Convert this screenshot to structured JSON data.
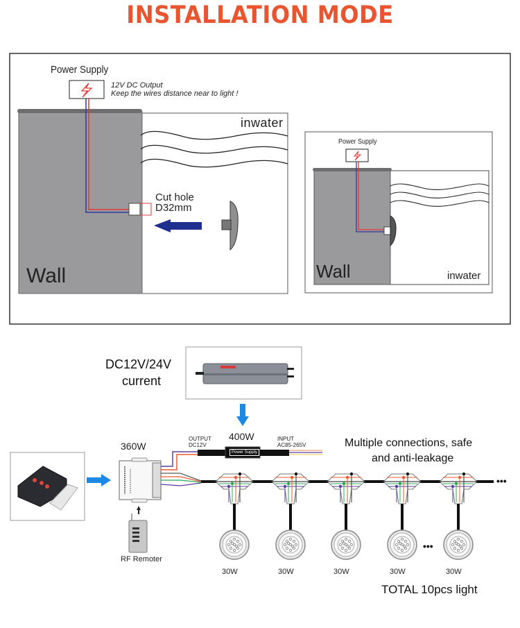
{
  "title": "INSTALLATION MODE",
  "colors": {
    "title": "#e8552f",
    "wall": "#9a9a9c",
    "arrow_dark_blue": "#1f2f8f",
    "arrow_light_blue": "#1e88e5",
    "wire_red": "#e53935",
    "wire_blue": "#2b3a9e",
    "wire_green": "#2ea85a",
    "wire_orange": "#ef5a2a",
    "wire_purple": "#5b3fa0"
  },
  "top_panel": {
    "main_diagram": {
      "power_supply_label": "Power Supply",
      "output_note_line1": "12V DC Output",
      "output_note_line2": "Keep the wires distance near to light !",
      "water_label": "inwater",
      "cut_hole_line1": "Cut hole",
      "cut_hole_line2": "D32mm",
      "wall_label": "Wall"
    },
    "inset_diagram": {
      "power_supply_label": "Power Supply",
      "wall_label": "Wall",
      "water_label": "inwater"
    }
  },
  "bottom_panel": {
    "supply_caption_line1": "DC12V/24V",
    "supply_caption_line2": "current",
    "controller_power": "360W",
    "output_label_line1": "OUTPUT",
    "output_label_line2": "DC12V",
    "power_supply_power": "400W",
    "power_supply_badge": "Power Supply",
    "input_label_line1": "INPUT",
    "input_label_line2": "AC85-265V",
    "feature_line1": "Multiple connections, safe",
    "feature_line2": "and anti-leakage",
    "remote_label": "RF Remoter",
    "ellipsis": "•••",
    "lights": [
      {
        "power": "30W"
      },
      {
        "power": "30W"
      },
      {
        "power": "30W"
      },
      {
        "power": "30W"
      },
      {
        "power": "30W"
      }
    ],
    "total_label": "TOTAL 10pcs light"
  }
}
